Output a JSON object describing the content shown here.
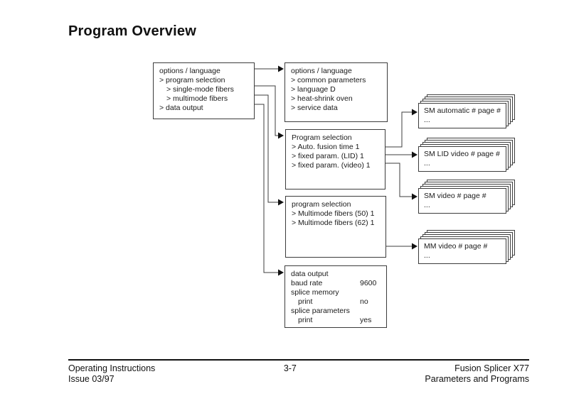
{
  "page": {
    "title": "Program Overview"
  },
  "diagram": {
    "menu_box": {
      "lines": [
        "options / language",
        "> program selection",
        "> single-mode fibers",
        "> multimode fibers",
        "> data output"
      ]
    },
    "options_box": {
      "lines": [
        "options / language",
        "> common parameters",
        "> language D",
        "> heat-shrink oven",
        "> service data"
      ]
    },
    "sm_program_box": {
      "lines": [
        "Program selection",
        "> Auto. fusion time 1",
        "> fixed param. (LID) 1",
        "> fixed param. (video) 1"
      ]
    },
    "mm_program_box": {
      "lines": [
        "program selection",
        "> Multimode fibers (50) 1",
        "> Multimode fibers (62) 1"
      ]
    },
    "data_output_box": {
      "rows": [
        {
          "label": "data output",
          "value": ""
        },
        {
          "label": "baud rate",
          "value": "9600"
        },
        {
          "label": "splice memory",
          "value": ""
        },
        {
          "label": "print",
          "value": "no"
        },
        {
          "label": "splice parameters",
          "value": ""
        },
        {
          "label": "print",
          "value": "yes"
        }
      ]
    },
    "stacked_boxes": [
      {
        "title": "SM automatic # page #",
        "more": "..."
      },
      {
        "title": "SM LID video # page #",
        "more": "..."
      },
      {
        "title": "SM video # page #",
        "more": "..."
      },
      {
        "title": "MM video # page #",
        "more": "..."
      }
    ]
  },
  "footer": {
    "left_line1": "Operating Instructions",
    "left_line2": "Issue 03/97",
    "page_number": "3-7",
    "right_line1": "Fusion Splicer X77",
    "right_line2": "Parameters and Programs"
  }
}
